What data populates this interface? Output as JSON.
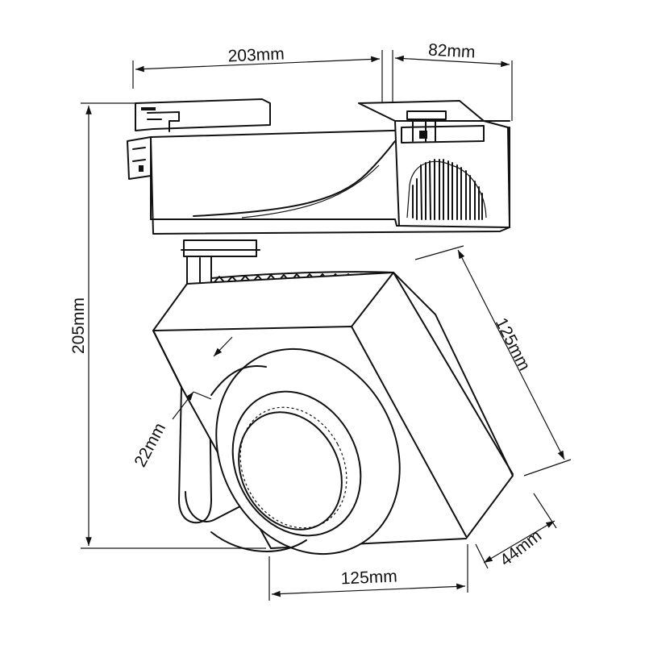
{
  "dimensions": {
    "top_width": "203mm",
    "head_depth": "82mm",
    "total_height": "205mm",
    "side_length": "125mm",
    "ring_depth": "22mm",
    "front_depth": "44mm",
    "bottom_width": "125mm"
  }
}
